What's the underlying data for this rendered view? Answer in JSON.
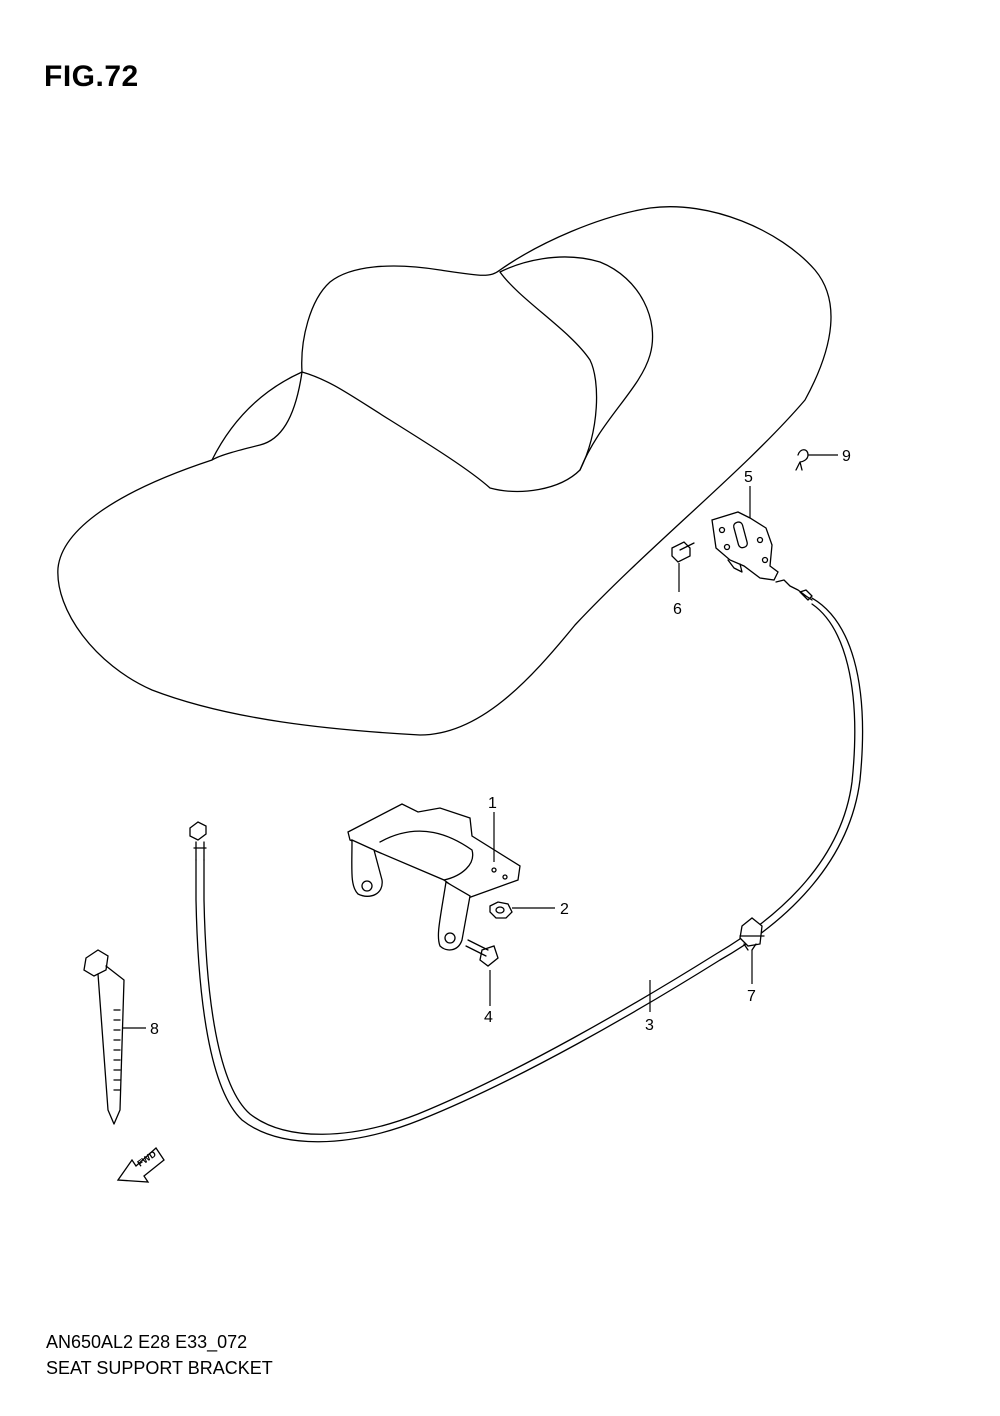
{
  "figure": {
    "title": "FIG.72",
    "model_code": "AN650AL2 E28 E33_072",
    "name": "SEAT SUPPORT BRACKET"
  },
  "callouts": {
    "c1": "1",
    "c2": "2",
    "c3": "3",
    "c4": "4",
    "c5": "5",
    "c6": "6",
    "c7": "7",
    "c8": "8",
    "c9": "9"
  },
  "direction_badge": "FWD"
}
